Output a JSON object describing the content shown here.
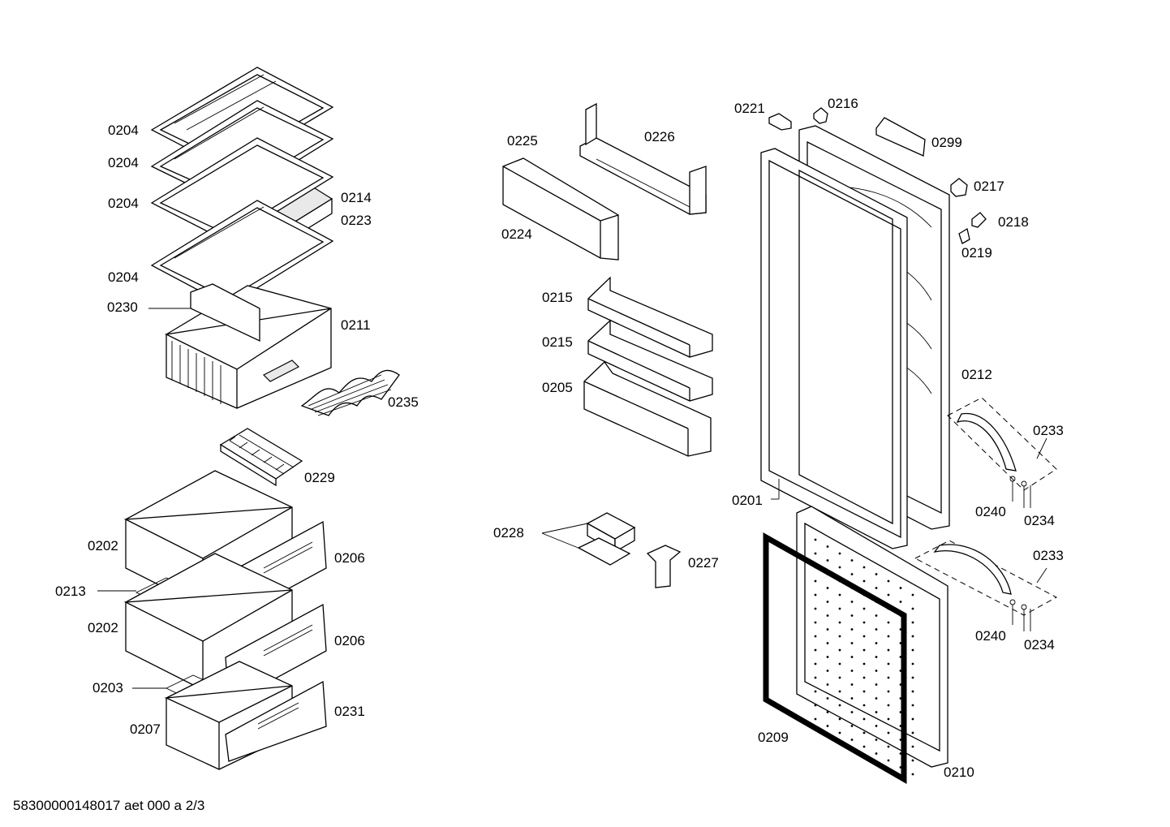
{
  "diagram": {
    "document_reference": "58300000148017 aet 000 a 2/3",
    "labels": {
      "l0204a": "0204",
      "l0204b": "0204",
      "l0204c": "0204",
      "l0204d": "0204",
      "l0214": "0214",
      "l0223": "0223",
      "l0230": "0230",
      "l0211": "0211",
      "l0235": "0235",
      "l0229": "0229",
      "l0202a": "0202",
      "l0206a": "0206",
      "l0213": "0213",
      "l0202b": "0202",
      "l0206b": "0206",
      "l0203": "0203",
      "l0231": "0231",
      "l0207": "0207",
      "l0225": "0225",
      "l0226": "0226",
      "l0224": "0224",
      "l0215a": "0215",
      "l0215b": "0215",
      "l0205": "0205",
      "l0228": "0228",
      "l0227": "0227",
      "l0221": "0221",
      "l0216": "0216",
      "l0299": "0299",
      "l0217": "0217",
      "l0218": "0218",
      "l0219": "0219",
      "l0212": "0212",
      "l0233a": "0233",
      "l0240a": "0240",
      "l0234a": "0234",
      "l0201": "0201",
      "l0233b": "0233",
      "l0240b": "0240",
      "l0234b": "0234",
      "l0209": "0209",
      "l0210": "0210"
    },
    "colors": {
      "line": "#000000",
      "background": "#ffffff",
      "shade": "#e9e9e9"
    }
  }
}
